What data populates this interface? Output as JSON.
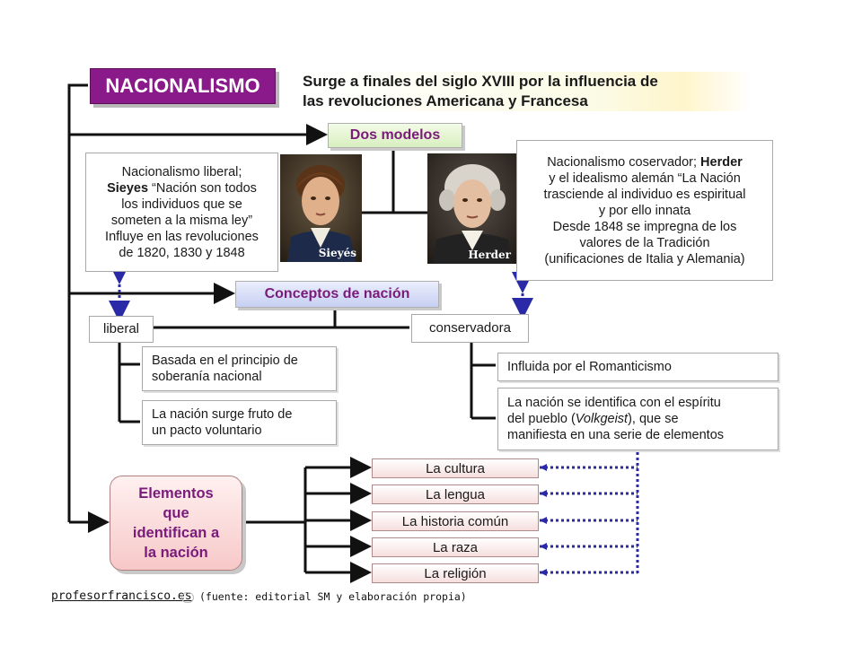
{
  "title": "NACIONALISMO",
  "subtitle": [
    "Surge a finales del siglo XVIII por la influencia de",
    "las revoluciones Americana y Francesa"
  ],
  "dos_modelos": "Dos modelos",
  "liberal_model": {
    "l1": "Nacionalismo liberal;",
    "l2_name": "Sieyes",
    "l2_rest": " “Nación son todos",
    "l3": "los individuos que se",
    "l4": "someten a la misma ley”",
    "l5": "Influye en las revoluciones",
    "l6": "de 1820, 1830 y 1848",
    "portrait_label": "Sieyés"
  },
  "conservative_model": {
    "l1_pre": "Nacionalismo coservador; ",
    "l1_name": "Herder",
    "l2": "y el idealismo alemán “La Nación",
    "l3": "trasciende al individuo es espiritual",
    "l4": "y por ello innata",
    "l5": "Desde 1848 se impregna de los",
    "l6": "valores de la Tradición",
    "l7": "(unificaciones de Italia y Alemania)",
    "portrait_label": "Herder"
  },
  "conceptos": "Conceptos de nación",
  "liberal_label": "liberal",
  "conservadora_label": "conservadora",
  "liberal_points": [
    [
      "Basada en el principio de",
      "soberanía nacional"
    ],
    [
      "La nación surge fruto de",
      "un pacto voluntario"
    ]
  ],
  "conservadora_points": {
    "p1": "Influida por el Romanticismo",
    "p2_l1": "La nación se identifica con el espíritu",
    "p2_l2_pre": "del pueblo (",
    "p2_l2_it": "Volkgeist",
    "p2_l2_post": "), que se",
    "p2_l3": "manifiesta en una serie de elementos"
  },
  "elementos": [
    "Elementos",
    "que",
    "identifican a",
    "la nación"
  ],
  "elementos_items": [
    "La cultura",
    "La lengua",
    "La historia común",
    "La raza",
    "La religión"
  ],
  "footer": {
    "site": "profesorfrancisco.es",
    "source": "(fuente: editorial SM y elaboración propia)"
  },
  "colors": {
    "title_bg": "#8a1a8a",
    "heading_text": "#7a1a7a",
    "dotted_arrow": "#2a2aa8",
    "connector": "#111111"
  }
}
